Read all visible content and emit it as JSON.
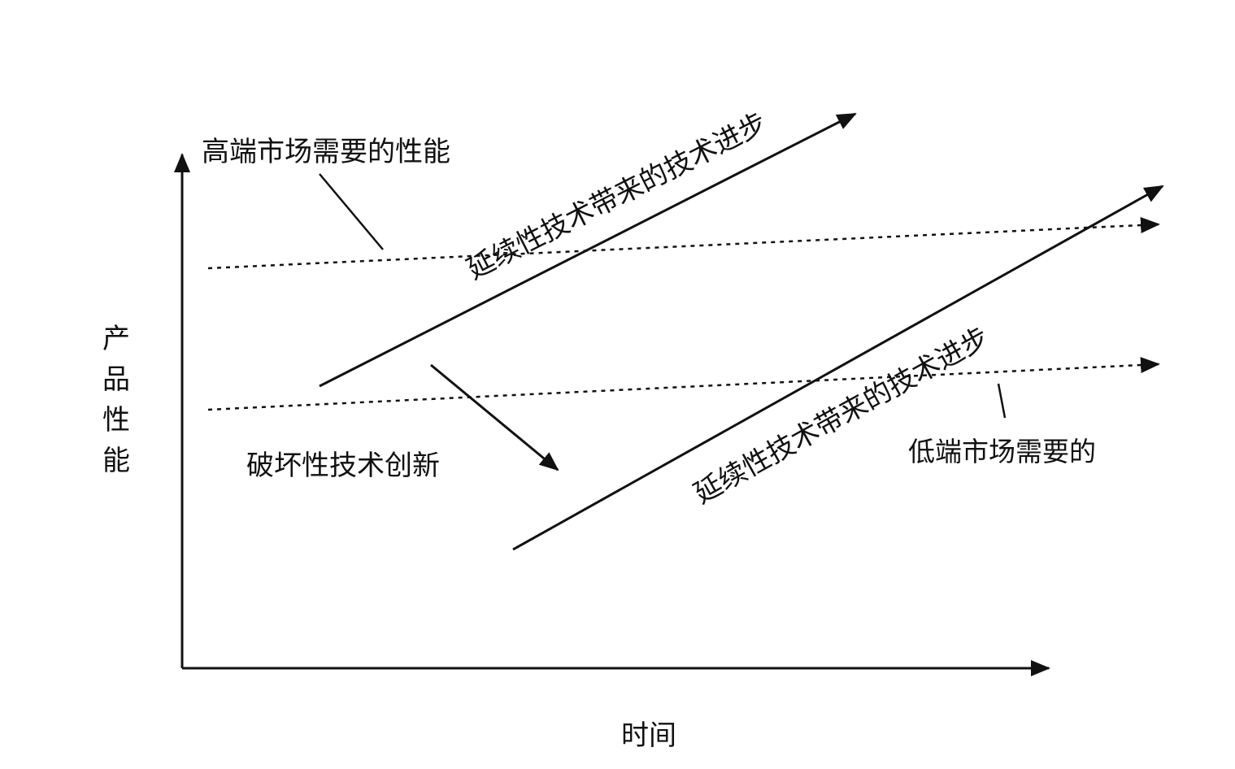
{
  "labels": {
    "high_market": "高端市场需要的性能",
    "sustaining_upper": "延续性技术带来的技术进步",
    "sustaining_lower": "延续性技术带来的技术进步",
    "disruptive": "破坏性技术创新",
    "low_market": "低端市场需要的",
    "y_axis": "产品性能",
    "x_axis": "时间"
  },
  "colors": {
    "ink": "#111111",
    "background": "#ffffff"
  }
}
